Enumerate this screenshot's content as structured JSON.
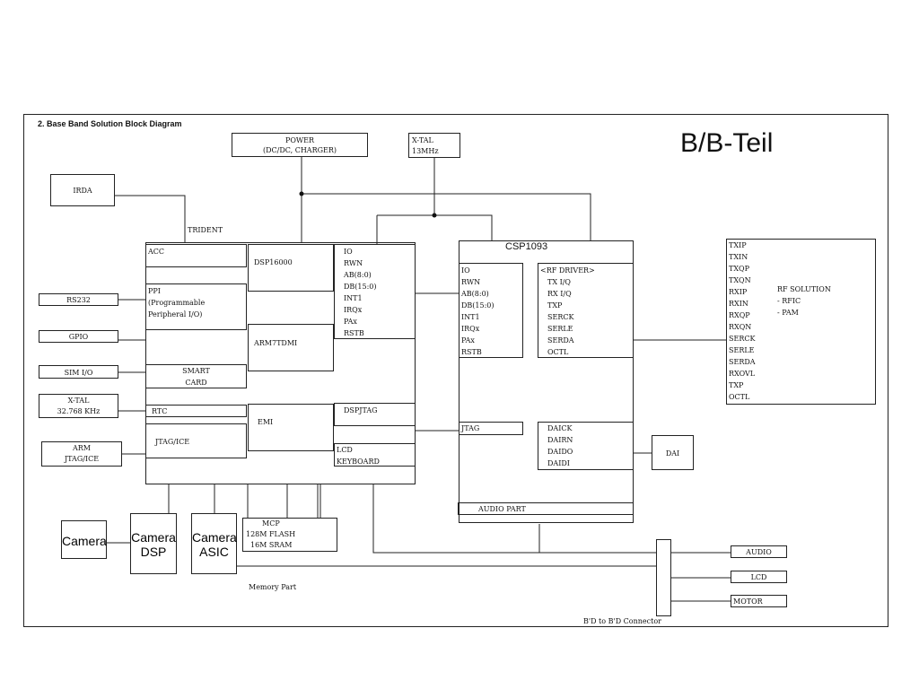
{
  "diagram_title": "2. Base Band Solution Block Diagram",
  "side_title": "B/B-Teil",
  "power": [
    "POWER",
    "(DC/DC, CHARGER)"
  ],
  "xtal_13": [
    "X-TAL",
    "13MHz"
  ],
  "irda": "IRDA",
  "trident": "TRIDENT",
  "left_ports": {
    "rs232": "RS232",
    "gpio": "GPIO",
    "sim": "SIM I/O",
    "xtal_32": [
      "X-TAL",
      "32.768 KHz"
    ],
    "arm_jtag": [
      "ARM",
      "JTAG/ICE"
    ]
  },
  "trident_blocks": {
    "acc": "ACC",
    "ppi": [
      "PPI",
      "(Programmable",
      "Peripheral I/O)"
    ],
    "smart_card": [
      "SMART",
      "CARD"
    ],
    "rtc": "RTC",
    "jtag_ice": "JTAG/ICE",
    "dsp16000": "DSP16000",
    "arm7tdmi": "ARM7TDMI",
    "emi": "EMI",
    "bus_pins": [
      "IO",
      "RWN",
      "AB(8:0)",
      "DB(15:0)",
      "INT1",
      "IRQx",
      "PAx",
      "RSTB"
    ],
    "dspjtag": "DSPJTAG",
    "lcd_keyboard": [
      "LCD",
      "KEYBOARD"
    ]
  },
  "csp": {
    "title": "CSP1093",
    "bus_pins": [
      "IO",
      "RWN",
      "AB(8:0)",
      "DB(15:0)",
      "INT1",
      "IRQx",
      "PAx",
      "RSTB"
    ],
    "rf_driver": [
      "<RF DRIVER>",
      "TX I/Q",
      "RX I/Q",
      "TXP",
      "SERCK",
      "SERLE",
      "SERDA",
      "OCTL"
    ],
    "jtag": "JTAG",
    "dai_pins": [
      "DAICK",
      "DAIRN",
      "DAIDO",
      "DAIDI"
    ],
    "audio_part": "AUDIO PART"
  },
  "dai": "DAI",
  "rf_solution": {
    "pins": [
      "TXIP",
      "TXIN",
      "TXQP",
      "TXQN",
      "RXIP",
      "RXIN",
      "RXQP",
      "RXQN",
      "SERCK",
      "SERLE",
      "SERDA",
      "RXOVL",
      "TXP",
      "OCTL"
    ],
    "label": [
      "RF SOLUTION",
      "- RFIC",
      "- PAM"
    ]
  },
  "camera": {
    "camera": "Camera",
    "dsp": [
      "Camera",
      "DSP"
    ],
    "asic": [
      "Camera",
      "ASIC"
    ]
  },
  "memory": {
    "mcp": [
      "MCP",
      "128M FLASH",
      "16M SRAM"
    ],
    "label": "Memory Part"
  },
  "connector": {
    "label": "B'D to B'D Connector",
    "audio": "AUDIO",
    "lcd": "LCD",
    "motor": "MOTOR"
  }
}
